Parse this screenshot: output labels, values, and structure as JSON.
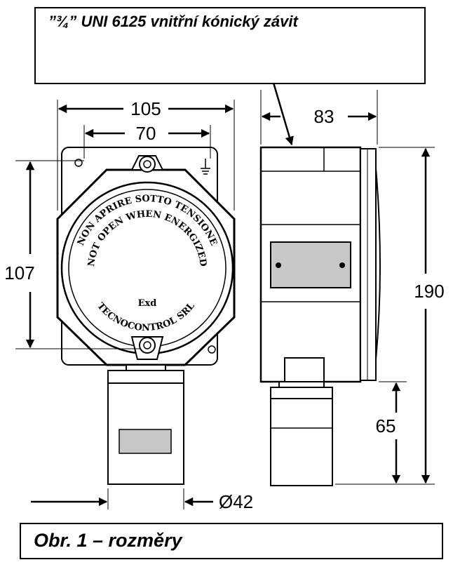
{
  "callout": {
    "text": "”¾” UNI 6125 vnitřní kónický závit"
  },
  "caption": {
    "text": "Obr. 1 – rozměry"
  },
  "front_view": {
    "cover_text_outer": "NON APRIRE SOTTO TENSIONE",
    "cover_text_inner": "NOT OPEN WHEN ENERGIZED",
    "cover_text_bottom": "TECNOCONTROL SRL",
    "cover_mark": "Exd"
  },
  "dimensions": {
    "width_outer": "105",
    "width_inner": "70",
    "height_front": "107",
    "depth_side": "83",
    "height_total": "190",
    "height_sensor": "65",
    "sensor_diameter": "Ø42"
  },
  "colors": {
    "line": "#000000",
    "label_plate": "#c8c8c8",
    "background": "#ffffff"
  }
}
